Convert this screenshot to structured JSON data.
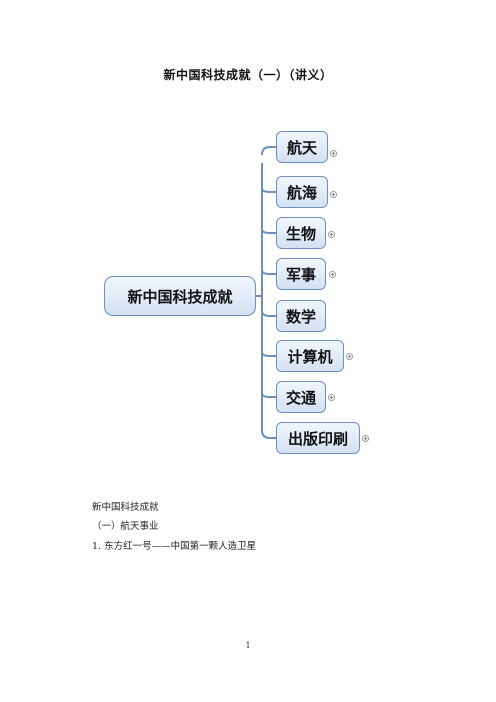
{
  "document": {
    "title": "新中国科技成就（一）（讲义）",
    "page_number": "1"
  },
  "mindmap": {
    "center": "新中国科技成就",
    "connector_color": "#6b8fc0",
    "node_fill": "#d4e1f2",
    "branches": [
      {
        "label": "航天",
        "expand_icon": "plus-circle-icon"
      },
      {
        "label": "航海",
        "expand_icon": "plus-circle-icon"
      },
      {
        "label": "生物",
        "expand_icon": "plus-circle-icon"
      },
      {
        "label": "军事",
        "expand_icon": "plus-circle-icon"
      },
      {
        "label": "数学",
        "expand_icon": ""
      },
      {
        "label": "计算机",
        "expand_icon": "plus-circle-icon"
      },
      {
        "label": "交通",
        "expand_icon": "plus-circle-icon"
      },
      {
        "label": "出版印刷",
        "expand_icon": "plus-circle-icon"
      }
    ]
  },
  "body": {
    "heading": "新中国科技成就",
    "section": "（一）航天事业",
    "item1": "1. 东方红一号——中国第一颗人造卫星"
  }
}
